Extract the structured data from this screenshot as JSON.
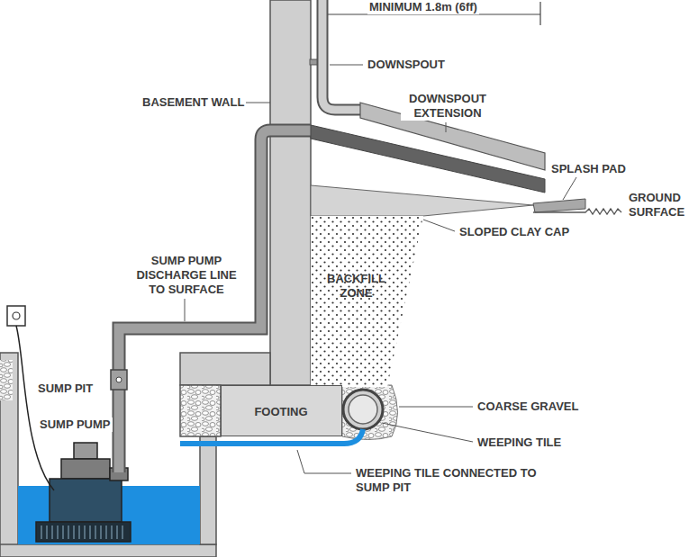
{
  "diagram": {
    "nodes": [
      {
        "text": [
          "BACKFILL ZONE"
        ]
      },
      {
        "text": [
          "FOOTING"
        ]
      }
    ],
    "labels": [
      "MINIMUM 1.8m (6ff)",
      "DOWNSPOUT",
      "BASEMENT WALL",
      "DOWNSPOUT EXTENSION",
      "SPLASH PAD",
      "GROUND SURFACE",
      "SLOPED CLAY CAP",
      "SUMP PUMP DISCHARGE LINE TO SURFACE",
      "SUMP PIT",
      "SUMP PUMP",
      "COARSE GRAVEL",
      "WEEPING TILE",
      "WEEPING TILE CONNECTED TO SUMP PIT"
    ]
  }
}
